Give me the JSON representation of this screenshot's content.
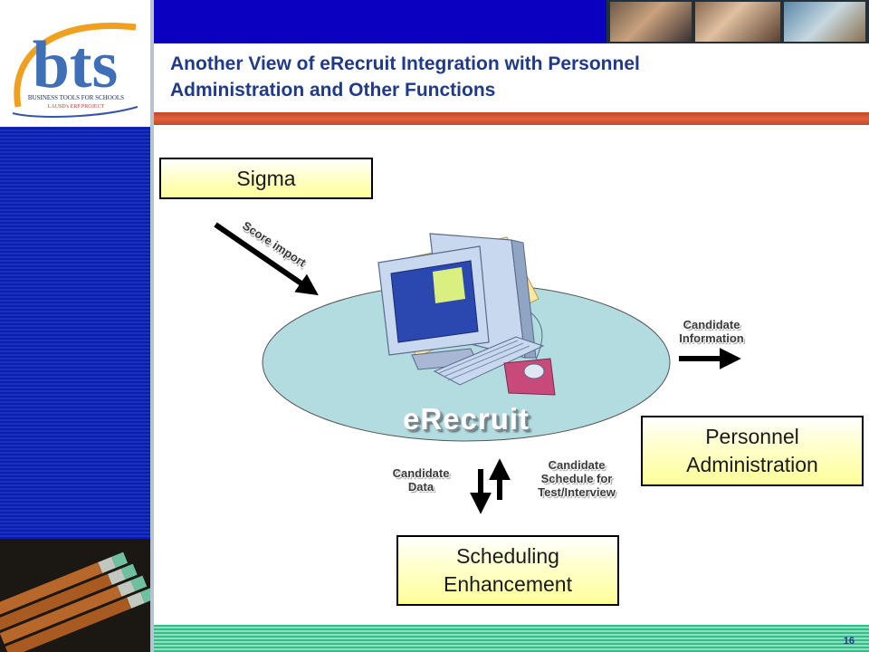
{
  "header": {
    "title_line1": "Another View of eRecruit Integration with Personnel",
    "title_line2": "Administration and Other Functions"
  },
  "logo": {
    "text": "bts",
    "tagline1": "BUSINESS TOOLS FOR SCHOOLS",
    "tagline2": "LAUSD's ERP PROJECT"
  },
  "diagram": {
    "center_label": "eRecruit",
    "boxes": {
      "sigma": "Sigma",
      "personnel_line1": "Personnel",
      "personnel_line2": "Administration",
      "scheduling_line1": "Scheduling",
      "scheduling_line2": "Enhancement"
    },
    "labels": {
      "score_import": "Score import",
      "candidate_info_line1": "Candidate",
      "candidate_info_line2": "Information",
      "candidate_data_line1": "Candidate",
      "candidate_data_line2": "Data",
      "schedule_line1": "Candidate",
      "schedule_line2": "Schedule for",
      "schedule_line3": "Test/Interview"
    }
  },
  "footer": {
    "slide_number": "16"
  },
  "colors": {
    "title": "#1f3a8a",
    "blue_bar": "#0b00c0",
    "red_bar": "#d9553a",
    "ellipse": "#b3dce0",
    "box_fill": "#ffff99",
    "footer_green": "#2fbe86"
  }
}
